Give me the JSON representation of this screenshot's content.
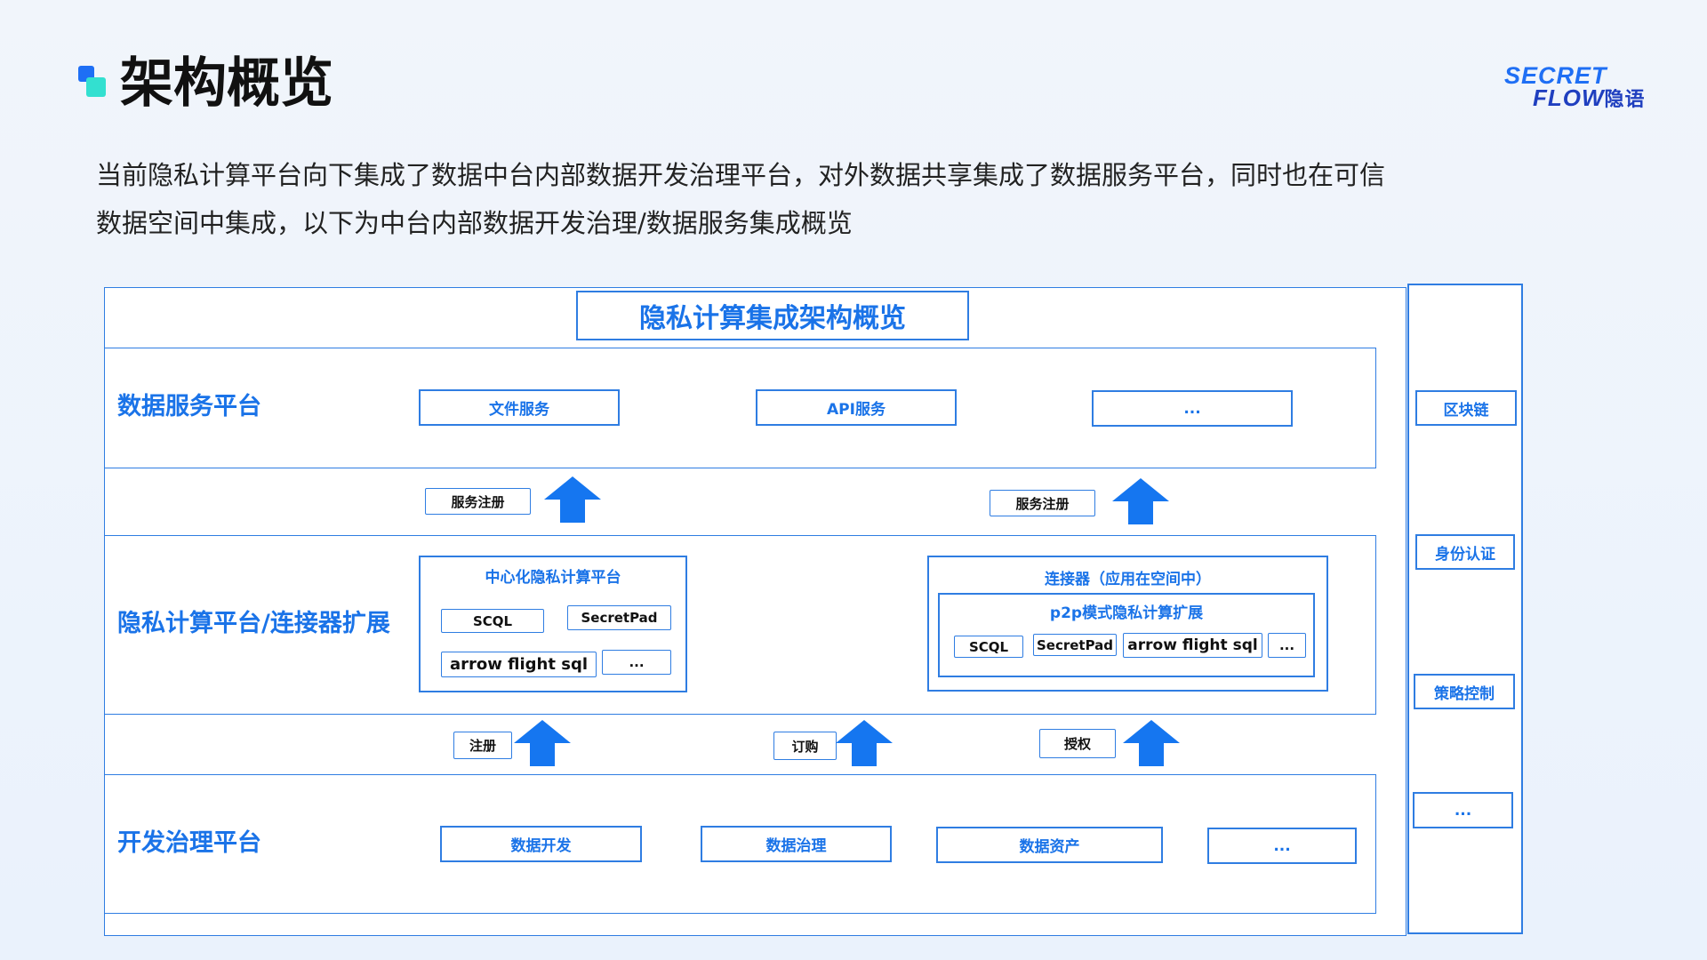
{
  "page": {
    "title": "架构概览",
    "intro_line1": "当前隐私计算平台向下集成了数据中台内部数据开发治理平台，对外数据共享集成了数据服务平台，同时也在可信",
    "intro_line2": "数据空间中集成，以下为中台内部数据开发治理/数据服务集成概览"
  },
  "logo": {
    "line1": "SECRET",
    "line2": "FLOW",
    "cn": "隐语"
  },
  "diagram": {
    "title": "隐私计算集成架构概览",
    "layers": {
      "service": {
        "label": "数据服务平台",
        "items": [
          "文件服务",
          "API服务",
          "..."
        ]
      },
      "privacy": {
        "label": "隐私计算平台/连接器扩展",
        "central": {
          "title": "中心化隐私计算平台",
          "items": [
            "SCQL",
            "SecretPad",
            "arrow flight sql",
            "..."
          ]
        },
        "connector": {
          "title": "连接器（应用在空间中）",
          "p2p_title": "p2p模式隐私计算扩展",
          "items": [
            "SCQL",
            "SecretPad",
            "arrow flight sql",
            "..."
          ]
        }
      },
      "dev": {
        "label": "开发治理平台",
        "items": [
          "数据开发",
          "数据治理",
          "数据资产",
          "..."
        ]
      }
    },
    "flows_upper": [
      "服务注册",
      "服务注册"
    ],
    "flows_lower": [
      "注册",
      "订购",
      "授权"
    ],
    "side": [
      "区块链",
      "身份认证",
      "策略控制",
      "..."
    ]
  },
  "colors": {
    "accent": "#1a73e8",
    "border": "#2f7de2",
    "arrow": "#1576f0",
    "logo_cyan": "#33e0d0"
  }
}
